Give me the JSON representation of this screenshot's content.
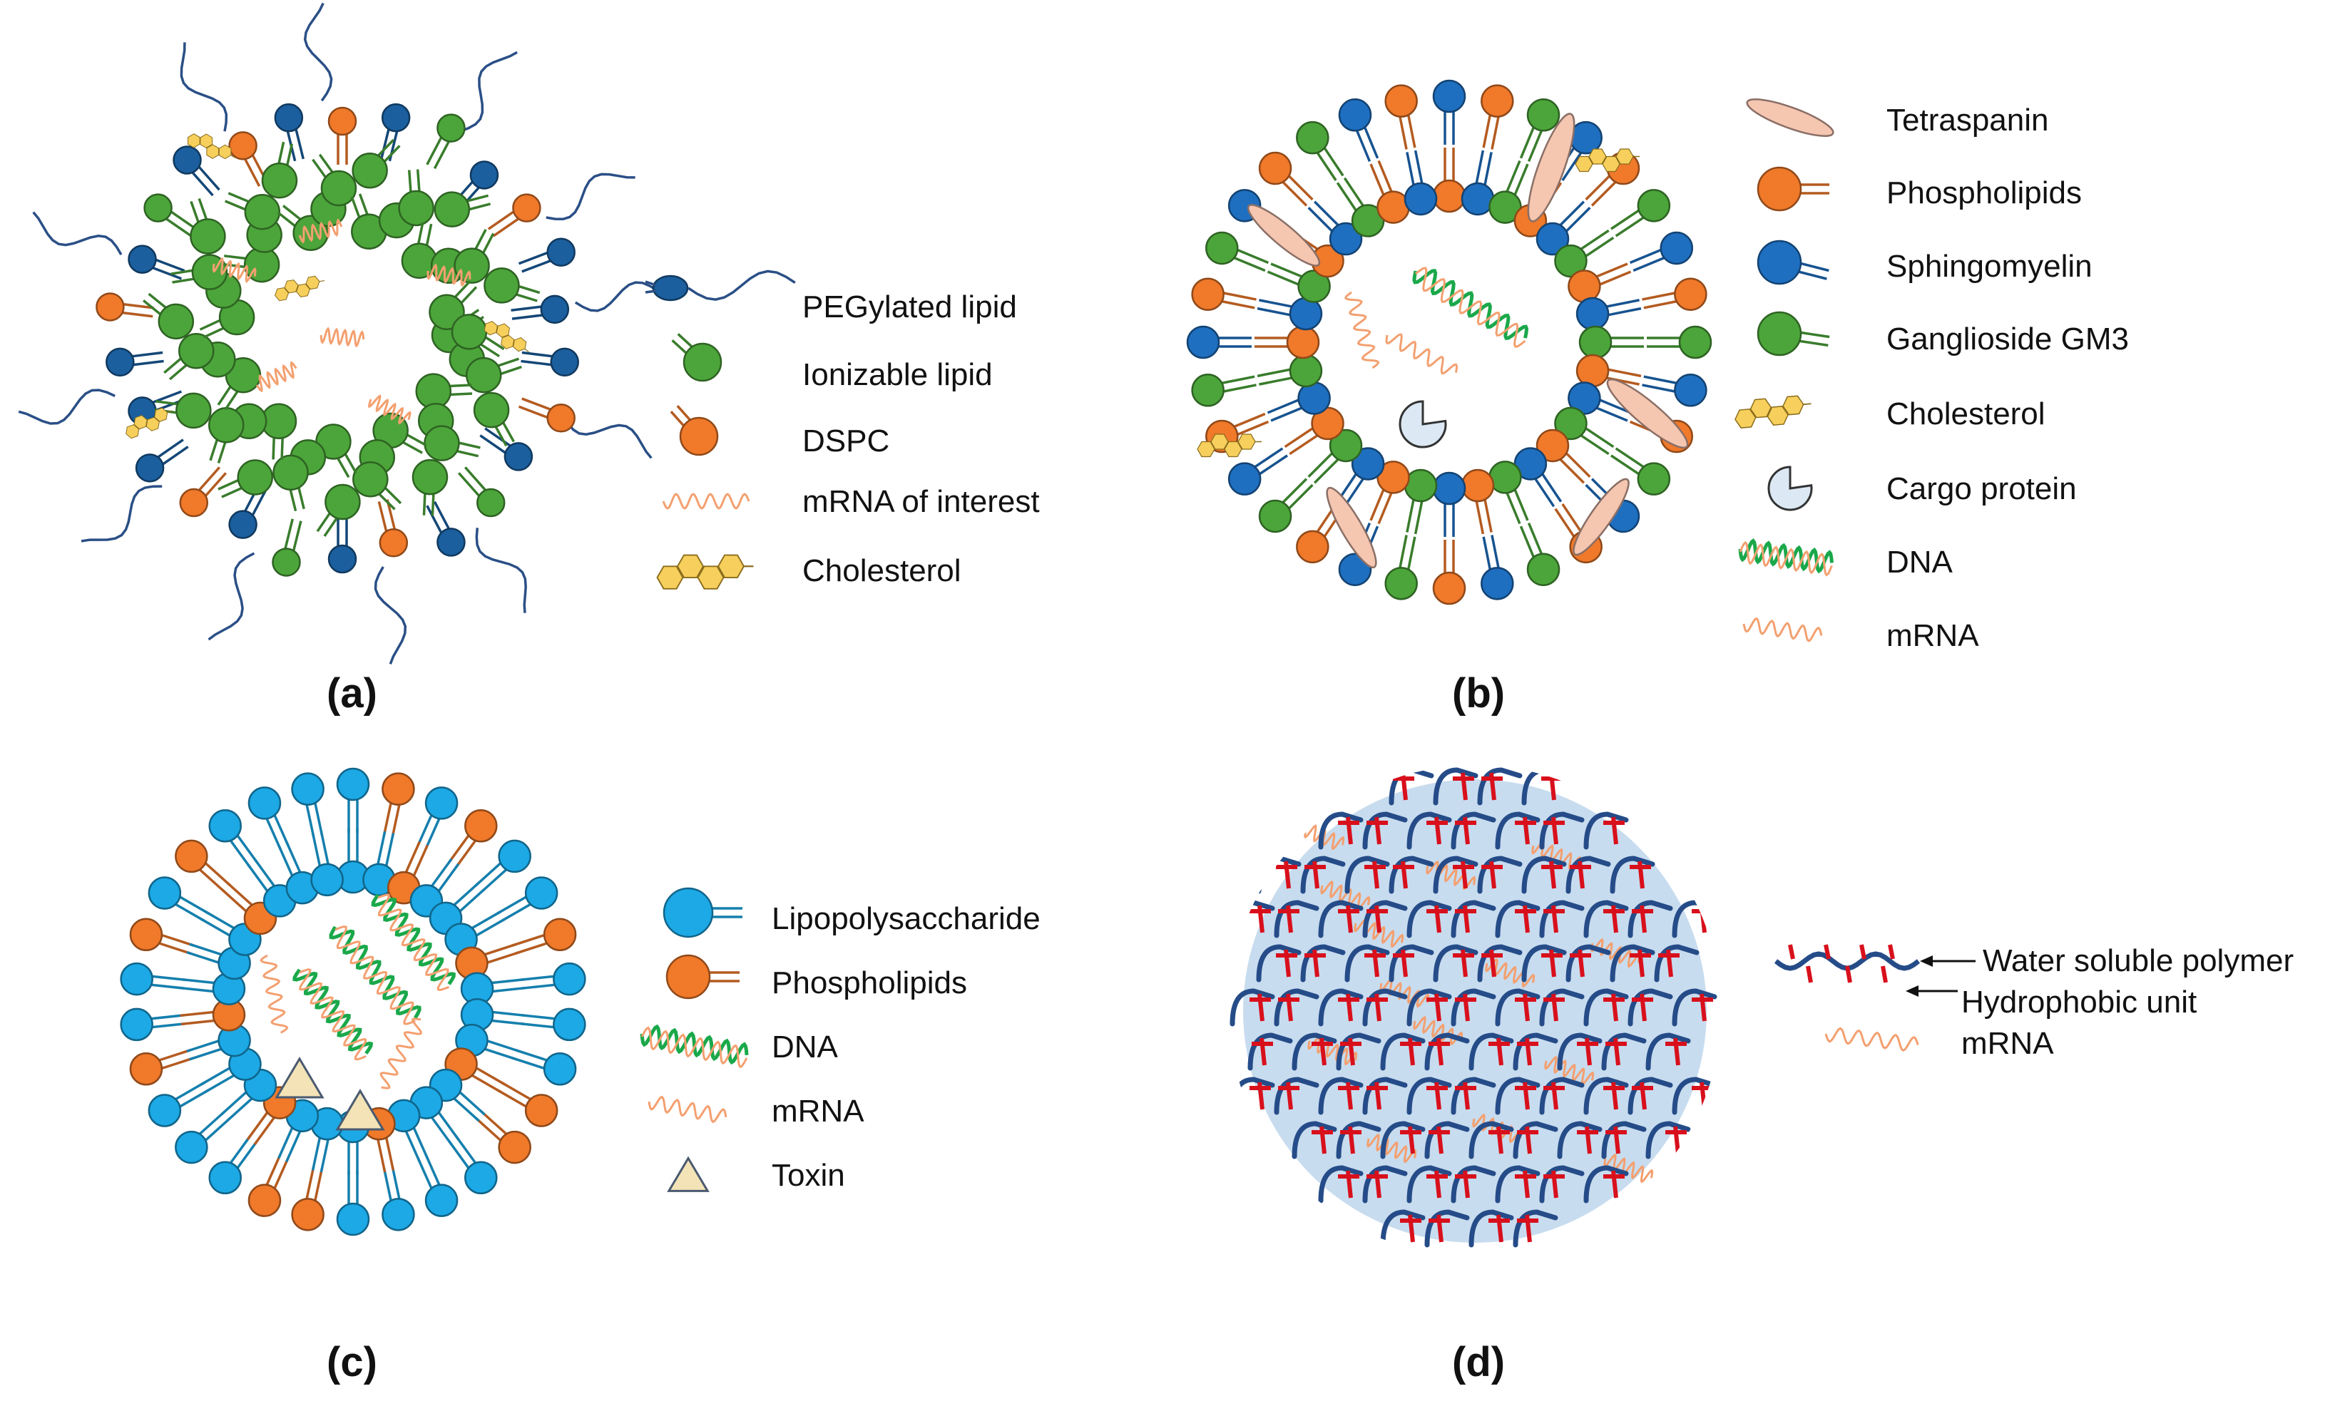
{
  "colors": {
    "peg_lipid": "#1b5f9e",
    "peg_chain": "#2a4f86",
    "ionizable": "#4ca53a",
    "dspc": "#f0792a",
    "mrna": "#f3a070",
    "cholesterol": "#f7cf5c",
    "tetraspanin": "#f5c6b0",
    "phospholipid": "#f0792a",
    "sphingomyelin": "#1f6fc0",
    "ganglioside": "#4ca53a",
    "dna": "#1aa84a",
    "cargo": "#dce9f5",
    "lps": "#1ca9e6",
    "toxin": "#f3e3b6",
    "polymer": "#254c88",
    "hydrophobic": "#d8101c",
    "particle_bg": "#c8dcef"
  },
  "panels": {
    "a": {
      "label": "(a)",
      "legend": [
        {
          "icon": "peg-lipid-icon",
          "text": "PEGylated lipid"
        },
        {
          "icon": "ionizable-lipid-icon",
          "text": "Ionizable lipid"
        },
        {
          "icon": "dspc-icon",
          "text": "DSPC"
        },
        {
          "icon": "mrna-icon",
          "text": "mRNA of interest"
        },
        {
          "icon": "cholesterol-icon",
          "text": "Cholesterol"
        }
      ]
    },
    "b": {
      "label": "(b)",
      "legend": [
        {
          "icon": "tetraspanin-icon",
          "text": "Tetraspanin"
        },
        {
          "icon": "phospholipid-icon",
          "text": "Phospholipids"
        },
        {
          "icon": "sphingomyelin-icon",
          "text": "Sphingomyelin"
        },
        {
          "icon": "ganglioside-icon",
          "text": "Ganglioside GM3"
        },
        {
          "icon": "cholesterol-icon",
          "text": "Cholesterol"
        },
        {
          "icon": "cargo-protein-icon",
          "text": "Cargo protein"
        },
        {
          "icon": "dna-icon",
          "text": "DNA"
        },
        {
          "icon": "mrna-icon",
          "text": "mRNA"
        }
      ]
    },
    "c": {
      "label": "(c)",
      "legend": [
        {
          "icon": "lipopolysaccharide-icon",
          "text": "Lipopolysaccharide"
        },
        {
          "icon": "phospholipid-icon",
          "text": "Phospholipids"
        },
        {
          "icon": "dna-icon",
          "text": "DNA"
        },
        {
          "icon": "mrna-icon",
          "text": "mRNA"
        },
        {
          "icon": "toxin-icon",
          "text": "Toxin"
        }
      ]
    },
    "d": {
      "label": "(d)",
      "legend": [
        {
          "icon": "water-soluble-polymer-icon",
          "text": "Water soluble polymer"
        },
        {
          "icon": "hydrophobic-unit-icon",
          "text": "Hydrophobic unit"
        },
        {
          "icon": "mrna-icon",
          "text": "mRNA"
        }
      ]
    }
  }
}
